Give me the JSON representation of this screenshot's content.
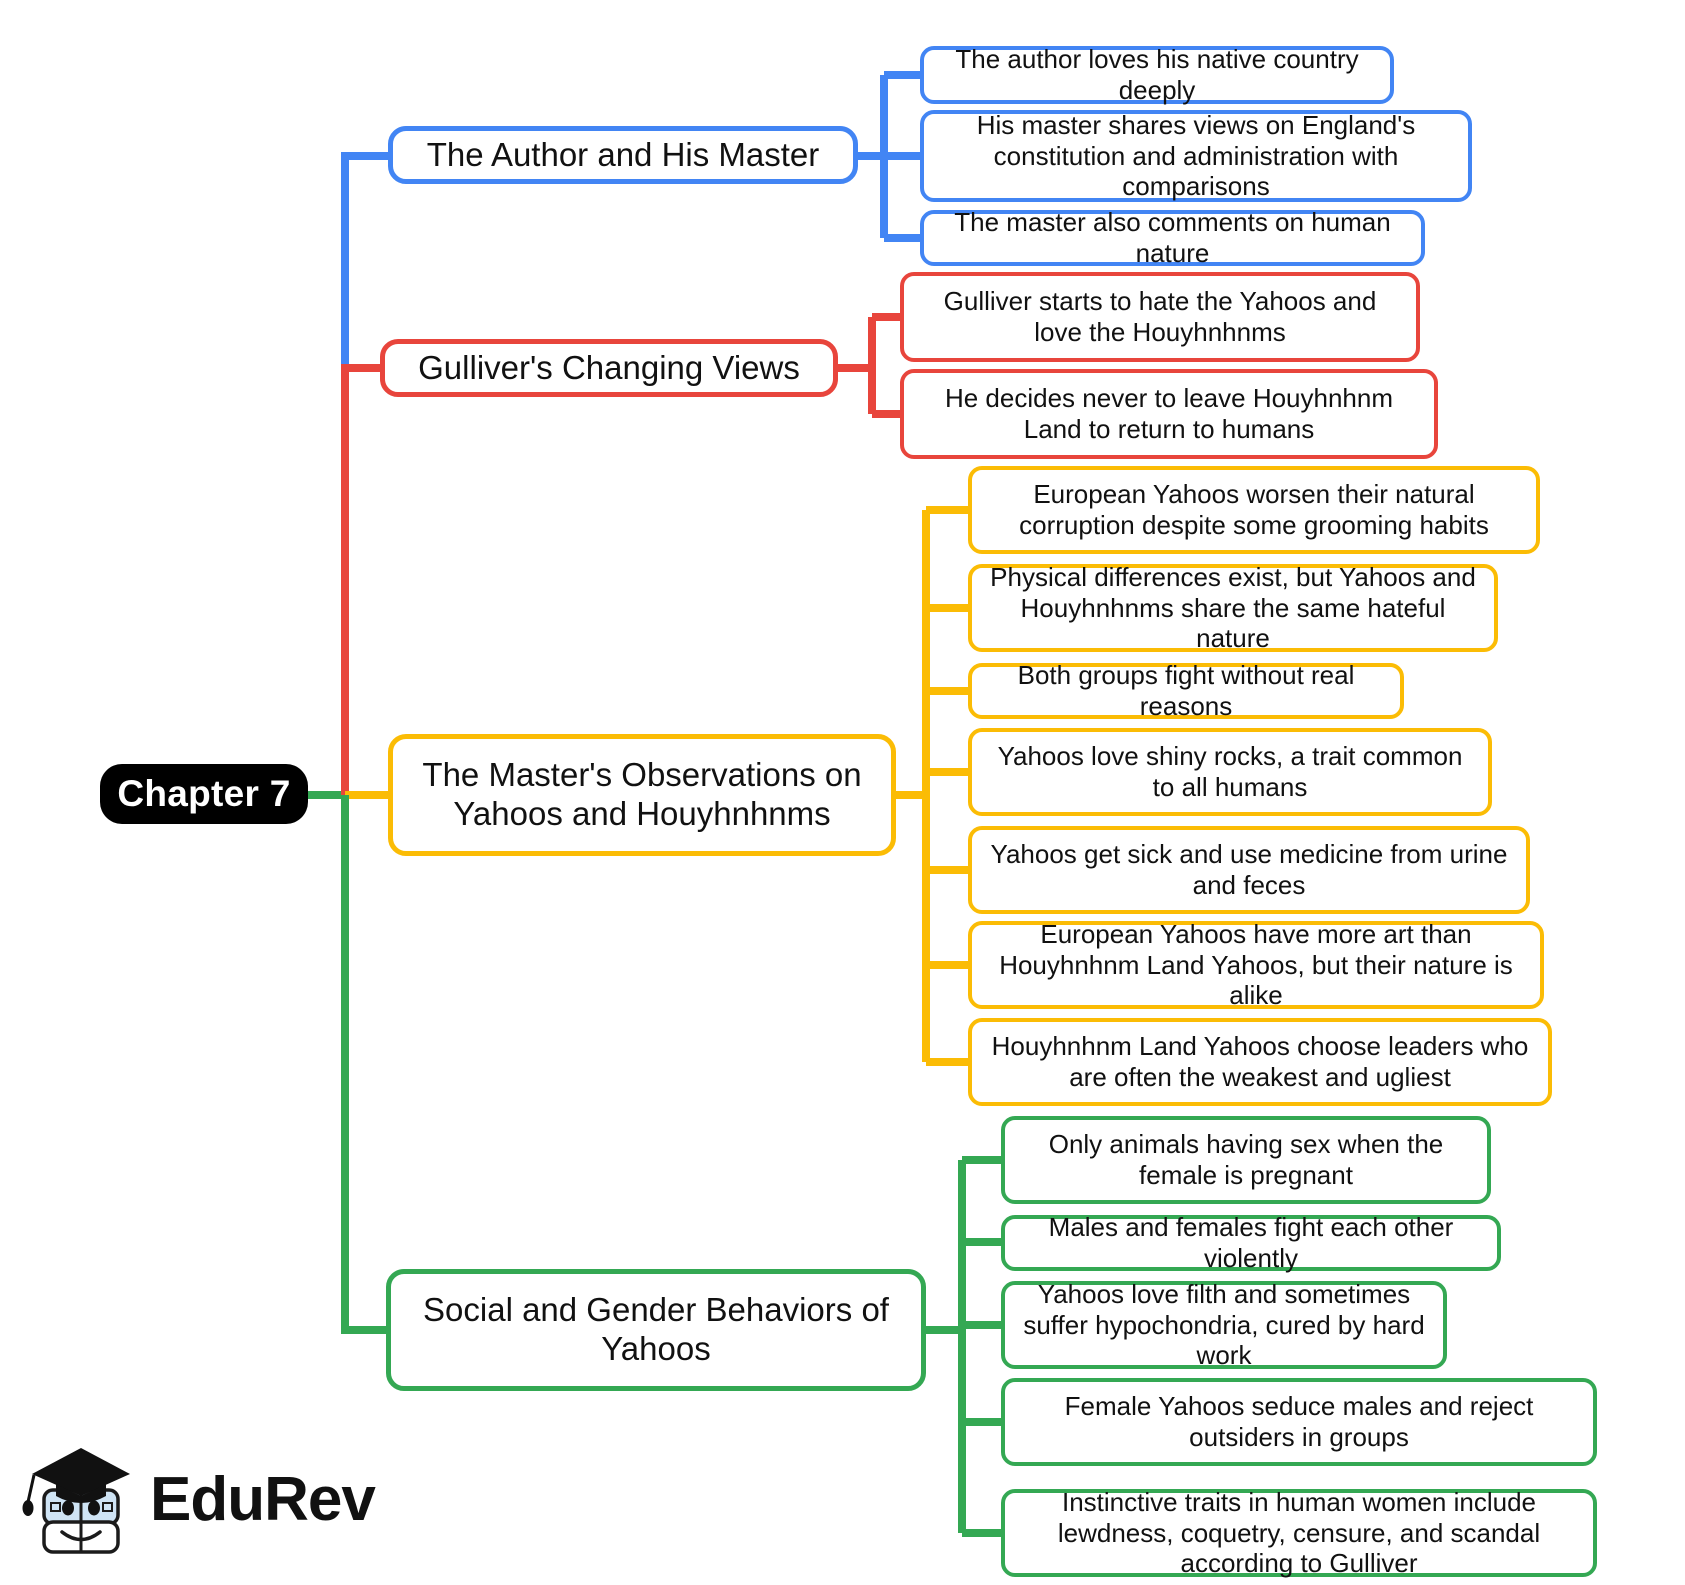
{
  "diagram": {
    "type": "mind-map",
    "root": {
      "label": "Chapter 7"
    },
    "colors": {
      "blue": "#4285f4",
      "red": "#e8453c",
      "amber": "#fbbc05",
      "green": "#34a853",
      "root_bg": "#000000",
      "root_text": "#ffffff",
      "canvas": "#ffffff"
    },
    "branches": [
      {
        "label": "The Author and His Master",
        "color": "blue",
        "children": [
          {
            "label": "The author loves his native country deeply"
          },
          {
            "label": "His master shares views on England's constitution and administration with comparisons"
          },
          {
            "label": "The master also comments on human nature"
          }
        ]
      },
      {
        "label": "Gulliver's Changing Views",
        "color": "red",
        "children": [
          {
            "label": "Gulliver starts to hate the Yahoos and love the Houyhnhnms"
          },
          {
            "label": "He decides never to leave Houyhnhnm Land to return to humans"
          }
        ]
      },
      {
        "label": "The Master's Observations on Yahoos and Houyhnhnms",
        "color": "amber",
        "children": [
          {
            "label": "European Yahoos worsen their natural corruption despite some grooming habits"
          },
          {
            "label": " Physical differences exist, but Yahoos and Houyhnhnms share the same hateful nature"
          },
          {
            "label": "Both groups fight without real reasons"
          },
          {
            "label": "Yahoos love shiny rocks, a trait common to all humans"
          },
          {
            "label": "Yahoos get sick and use medicine from urine and feces"
          },
          {
            "label": "European Yahoos have more art than Houyhnhnm Land Yahoos, but their nature is alike"
          },
          {
            "label": "Houyhnhnm Land Yahoos choose leaders who are often the weakest and ugliest"
          }
        ]
      },
      {
        "label": "Social and Gender Behaviors of Yahoos",
        "color": "green",
        "children": [
          {
            "label": "Only animals having sex when the female is pregnant"
          },
          {
            "label": "Males and females fight each other violently"
          },
          {
            "label": "Yahoos love filth and sometimes suffer hypochondria, cured by hard work"
          },
          {
            "label": "Female Yahoos seduce males and reject outsiders in groups"
          },
          {
            "label": "Instinctive traits in human women include lewdness, coquetry, censure, and scandal according to Gulliver"
          }
        ]
      }
    ]
  },
  "logo": {
    "name": "EduRev",
    "icon": "graduation-cap-book-mascot-icon"
  }
}
